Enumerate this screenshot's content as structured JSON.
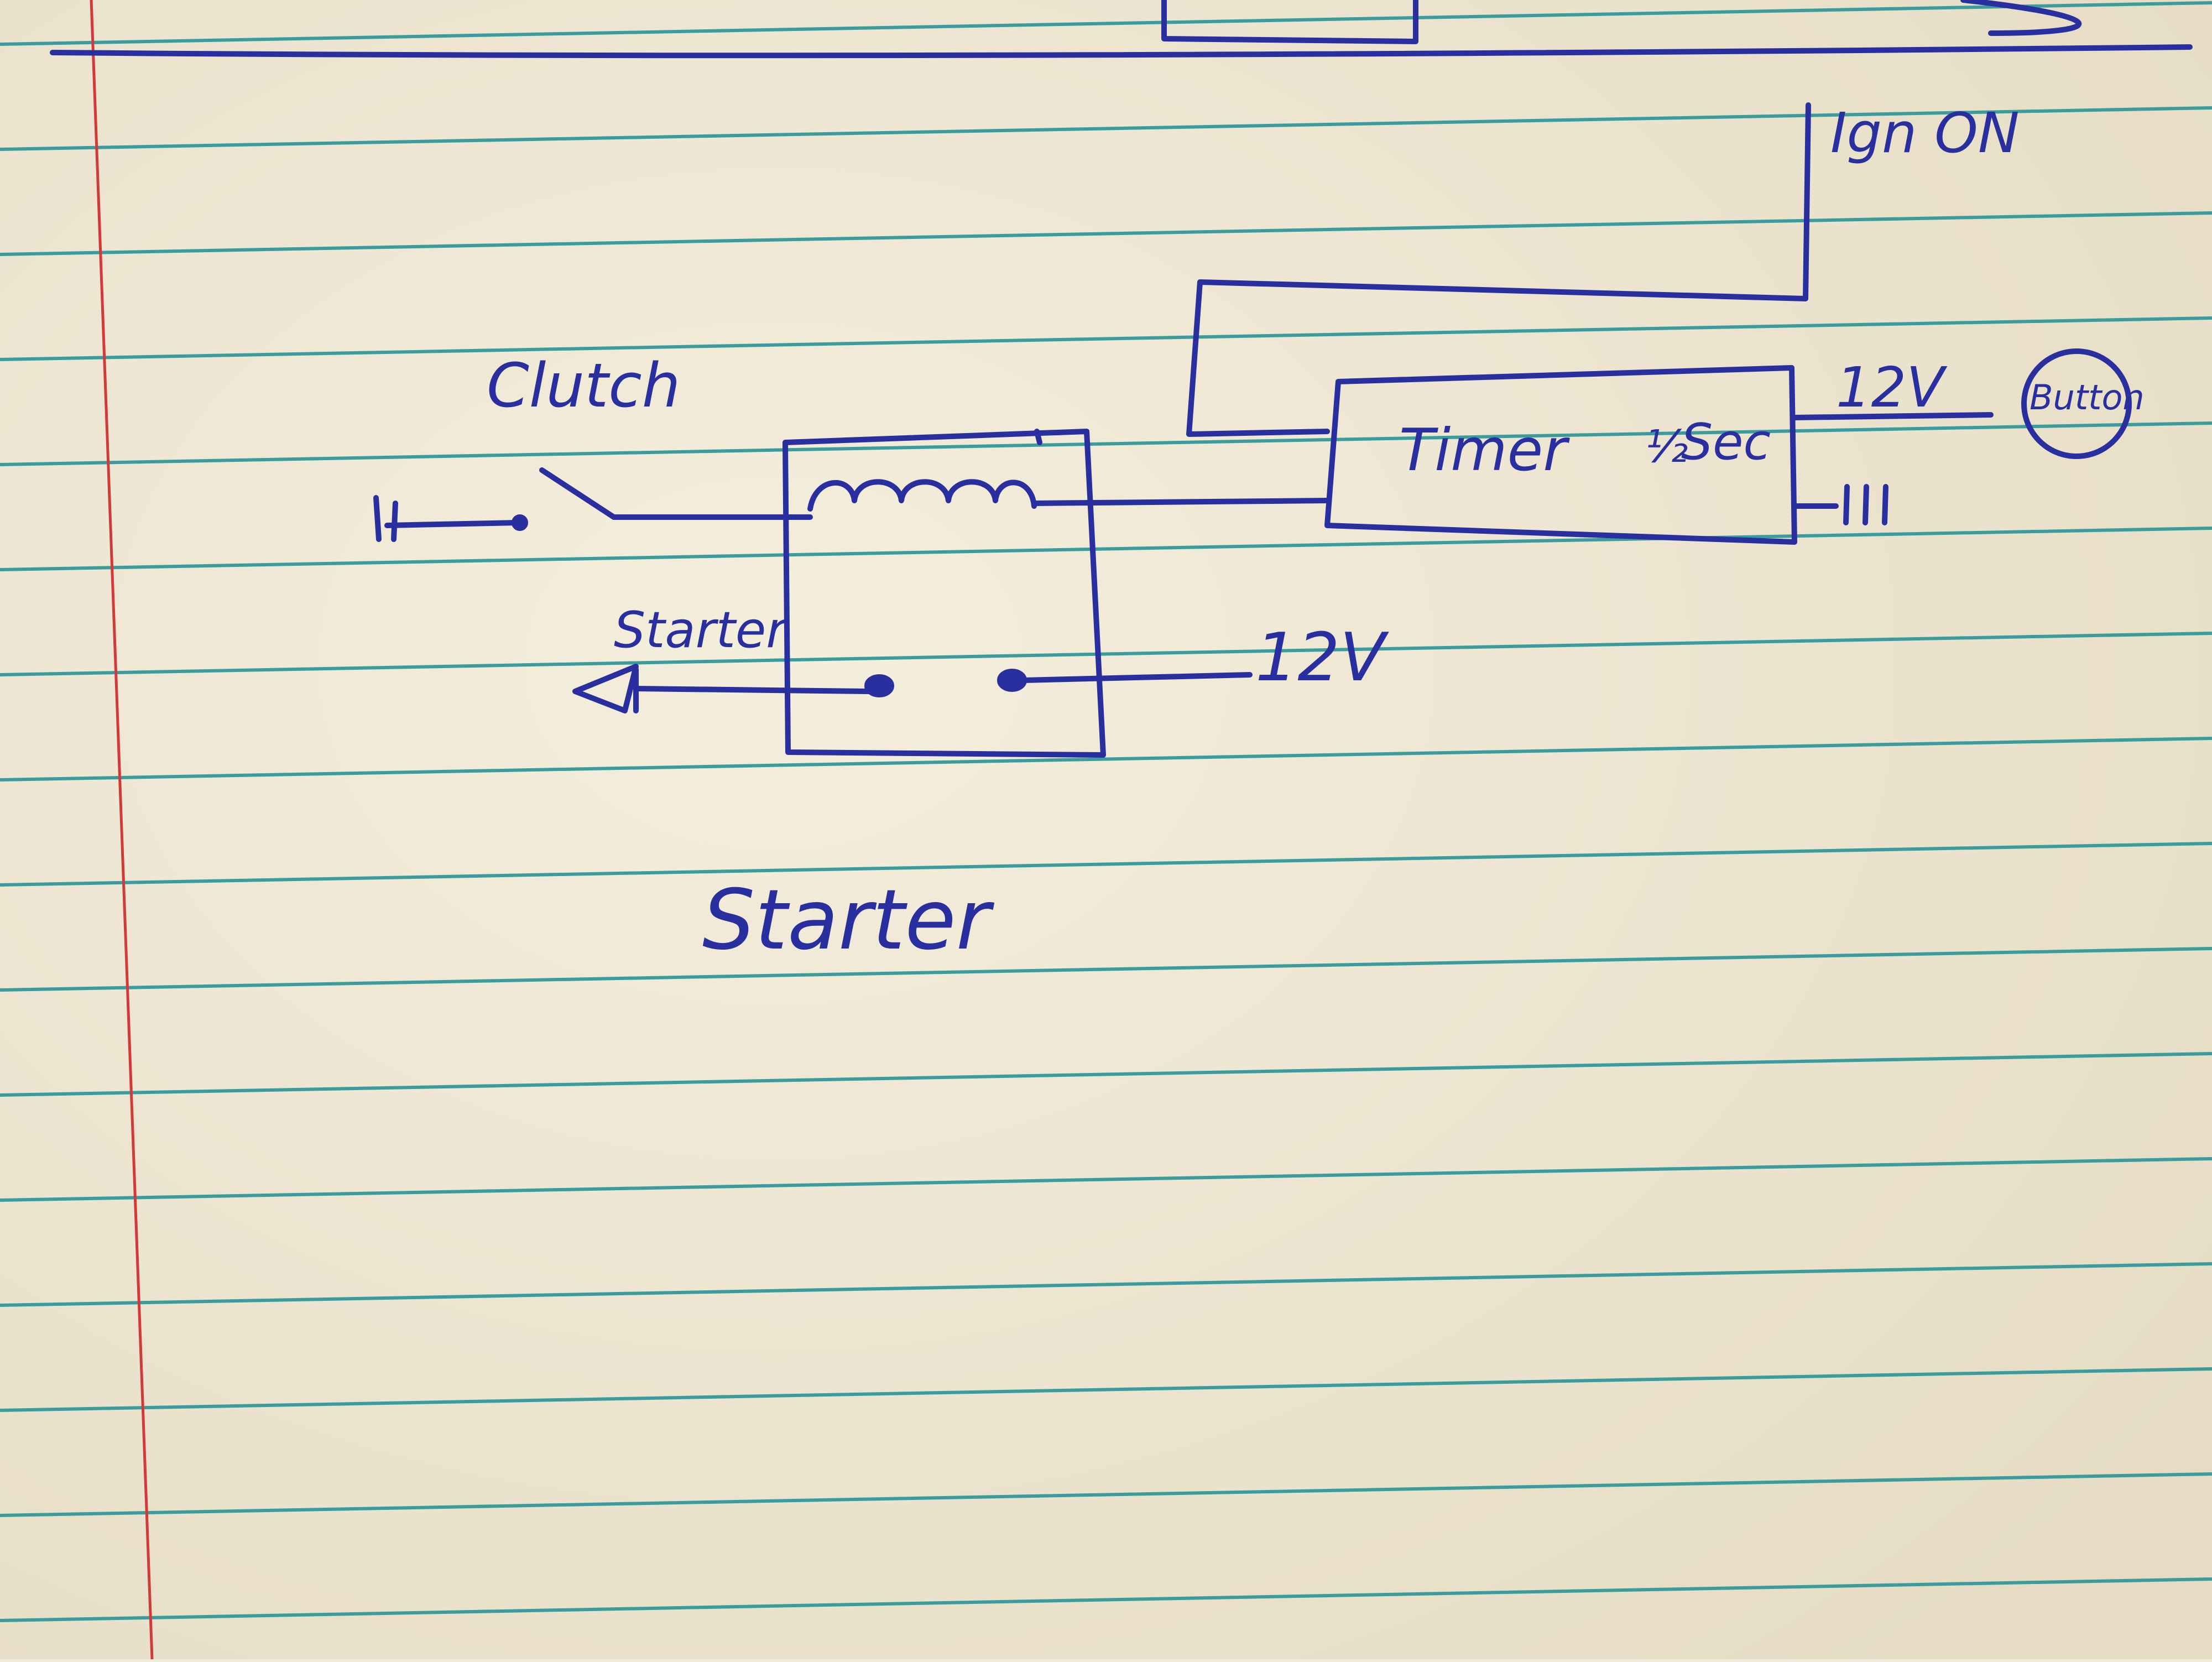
{
  "paper": {
    "background": "#f1ead8",
    "rule_color": "#3a9c9c",
    "margin_color": "#d23a3a",
    "ink_color": "#2a2fa0"
  },
  "labels": {
    "ign_on": "Ign ON",
    "clutch": "Clutch",
    "timer": "Timer",
    "timer_half": "½",
    "timer_sec": "Sec",
    "timer_12v": "12V",
    "button": "Button",
    "starter_wire": "Starter",
    "relay_12v": "12V",
    "caption": "Starter"
  }
}
